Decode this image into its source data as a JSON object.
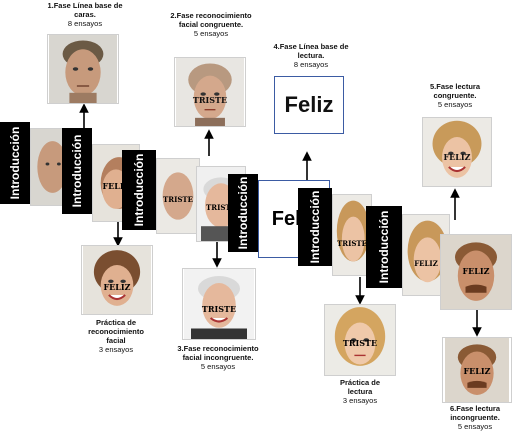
{
  "stages": {
    "s1": {
      "title": "1.Fase Línea base de caras.",
      "count": "8 ensayos"
    },
    "s2": {
      "title": "2.Fase reconocimiento facial congruente.",
      "count": "5 ensayos"
    },
    "s3": {
      "title": "3.Fase   reconocimiento facial incongruente.",
      "count": "5 ensayos"
    },
    "s4": {
      "title": "4.Fase Línea base de lectura.",
      "count": "8 ensayos"
    },
    "s5": {
      "title": "5.Fase lectura congruente.",
      "count": "5 ensayos"
    },
    "s6": {
      "title": "6.Fase lectura incongruente.",
      "count": "5 ensayos"
    }
  },
  "practice": {
    "facial": {
      "title": "Práctica de reconocimiento facial",
      "count": "3 ensayos"
    },
    "reading": {
      "title": "Práctica de lectura",
      "count": "3 ensayos"
    }
  },
  "intro_label": "Introducción",
  "words": {
    "happy": "Feliz",
    "happy_caps": "FELIZ",
    "sad": "TRISTE"
  },
  "colors": {
    "card_border": "#3b5ba3",
    "intro_bg": "#000000"
  }
}
